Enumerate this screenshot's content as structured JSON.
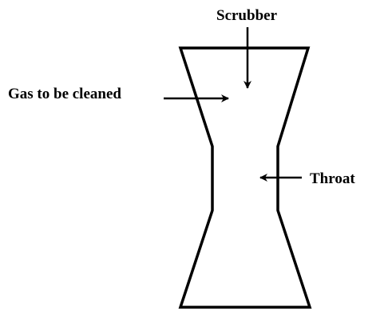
{
  "diagram": {
    "labels": {
      "scrubber": "Scrubber",
      "gas_inlet": "Gas to be cleaned",
      "throat": "Throat"
    },
    "colors": {
      "stroke": "#000000",
      "background": "#ffffff",
      "text": "#000000"
    }
  }
}
